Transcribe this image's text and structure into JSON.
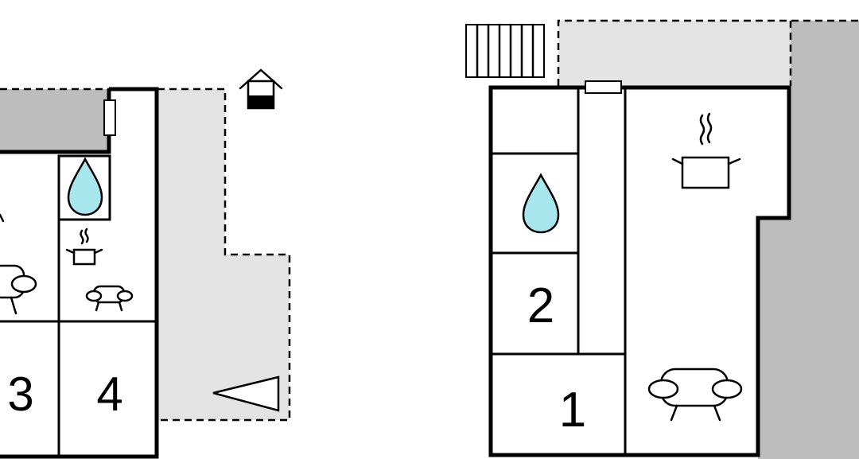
{
  "floor_plan_left": {
    "room_numbers": [
      "3",
      "4"
    ]
  },
  "floor_plan_right": {
    "room_numbers": [
      "2",
      "1"
    ]
  },
  "icons": {
    "water": "water-drop-icon",
    "kitchen": "cooking-pot-icon",
    "living": "sofa-icon",
    "house": "house-entrance-icon",
    "stairs": "stairs-icon",
    "direction": "triangle-marker-icon"
  },
  "colors": {
    "terrace": "#e3e3e3",
    "neighbour_area": "#bdbdbd",
    "water": "#a8e6ee",
    "walls": "#000000"
  }
}
